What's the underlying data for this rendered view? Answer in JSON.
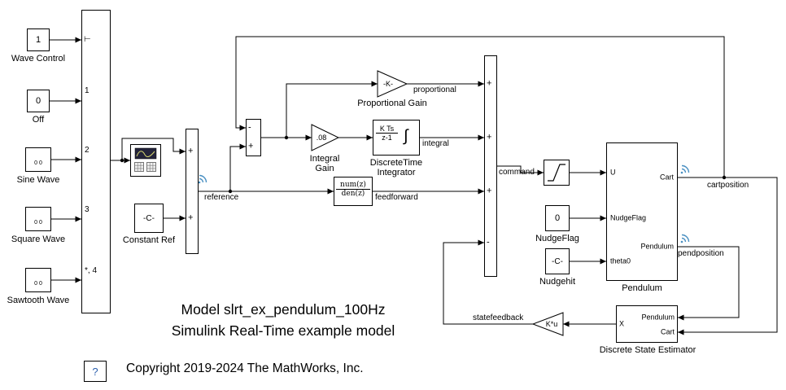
{
  "colors": {
    "badge_blue": "#4a90c2",
    "help_blue": "#2b5fad"
  },
  "sources": [
    {
      "value": "1",
      "label": "Wave Control"
    },
    {
      "value": "0",
      "label": "Off"
    },
    {
      "caption": "0 0",
      "label": "Sine Wave"
    },
    {
      "caption": "0 0",
      "label": "Square Wave"
    },
    {
      "caption": "0 0",
      "label": "Sawtooth Wave"
    }
  ],
  "mswitch": {
    "control_marker": "⊢",
    "port_labels": [
      "1",
      "2",
      "3",
      "*, 4"
    ]
  },
  "constant_ref": {
    "value": "-C-",
    "label": "Constant Ref"
  },
  "sum_reference": {
    "signs": [
      "+",
      "+"
    ]
  },
  "sum_error": {
    "signs": [
      "-",
      "+"
    ]
  },
  "sum_command": {
    "signs": [
      "+",
      "+",
      "+",
      "-"
    ]
  },
  "gain_proportional": {
    "value": "-K-",
    "label": "Proportional Gain"
  },
  "gain_integral": {
    "value": ".08",
    "label_line1": "Integral",
    "label_line2": "Gain"
  },
  "gain_statefeedback": {
    "value": "K*u"
  },
  "discrete_time_integrator": {
    "numerator": "K Ts",
    "denominator": "z-1",
    "symbol": "∫",
    "label_line1": "DiscreteTime",
    "label_line2": "Integrator"
  },
  "feedforward_tf": {
    "numerator": "num(z)",
    "denominator": "den(z)"
  },
  "nudgeflag": {
    "value": "0",
    "label": "NudgeFlag"
  },
  "nudgehit": {
    "value": "-C-",
    "label": "Nudgehit"
  },
  "pendulum": {
    "label": "Pendulum",
    "inputs": [
      "U",
      "NudgeFlag",
      "theta0"
    ],
    "outputs": [
      "Cart",
      "Pendulum"
    ]
  },
  "estimator": {
    "label": "Discrete State Estimator",
    "output": "X",
    "inputs": [
      "Pendulum",
      "Cart"
    ]
  },
  "signal_labels": {
    "reference": "reference",
    "proportional": "proportional",
    "integral": "integral",
    "feedforward": "feedforward",
    "command": "command",
    "cartposition": "cartposition",
    "pendposition": "pendposition",
    "statefeedback": "statefeedback"
  },
  "annotations": {
    "title_line1": "Model slrt_ex_pendulum_100Hz",
    "title_line2": "Simulink Real-Time example model",
    "copyright": "Copyright 2019-2024 The MathWorks, Inc.",
    "help_label": "?"
  }
}
